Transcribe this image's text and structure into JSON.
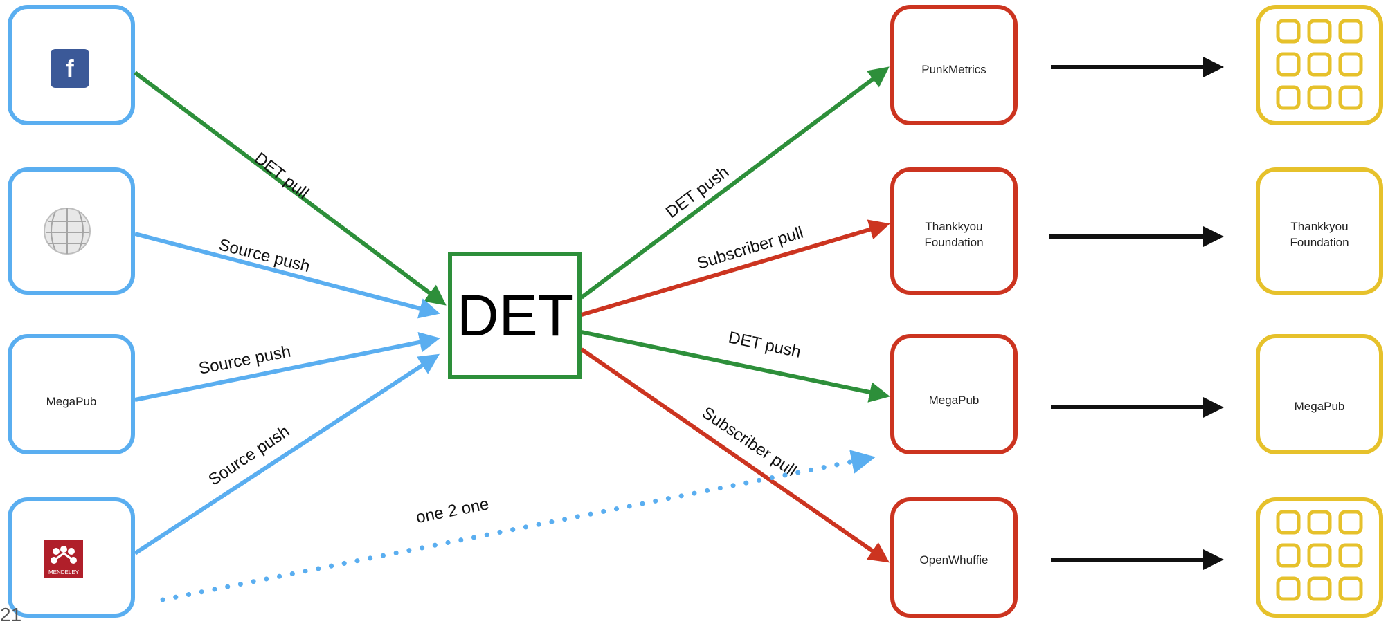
{
  "colors": {
    "source": "#5aaef0",
    "det": "#2d8f3a",
    "subscriber": "#cc3420",
    "app": "#e6c12b",
    "arrow": "#111111"
  },
  "center": {
    "label": "DET"
  },
  "sources": [
    {
      "label": "",
      "icon": "facebook-icon"
    },
    {
      "label": "",
      "icon": "wikipedia-icon"
    },
    {
      "label": "MegaPub",
      "icon": ""
    },
    {
      "label": "",
      "icon": "mendeley-icon",
      "icon_caption": "MENDELEY"
    }
  ],
  "subscribers": [
    {
      "lines": [
        "PunkMetrics"
      ]
    },
    {
      "lines": [
        "Thankkyou",
        "Foundation"
      ]
    },
    {
      "lines": [
        "MegaPub"
      ]
    },
    {
      "lines": [
        "OpenWhuffie"
      ]
    }
  ],
  "apps": [
    {
      "lines": [],
      "icon": "app-grid-icon"
    },
    {
      "lines": [
        "Thankkyou",
        "Foundation"
      ]
    },
    {
      "lines": [
        "MegaPub"
      ]
    },
    {
      "lines": [],
      "icon": "app-grid-icon"
    }
  ],
  "edges": {
    "det_pull": "DET pull",
    "source_push_1": "Source push",
    "source_push_2": "Source push",
    "source_push_3": "Source push",
    "det_push_1": "DET push",
    "subscriber_pull_1": "Subscriber pull",
    "det_push_2": "DET push",
    "subscriber_pull_2": "Subscriber pull",
    "one2one": "one 2 one"
  },
  "page_number": "21"
}
